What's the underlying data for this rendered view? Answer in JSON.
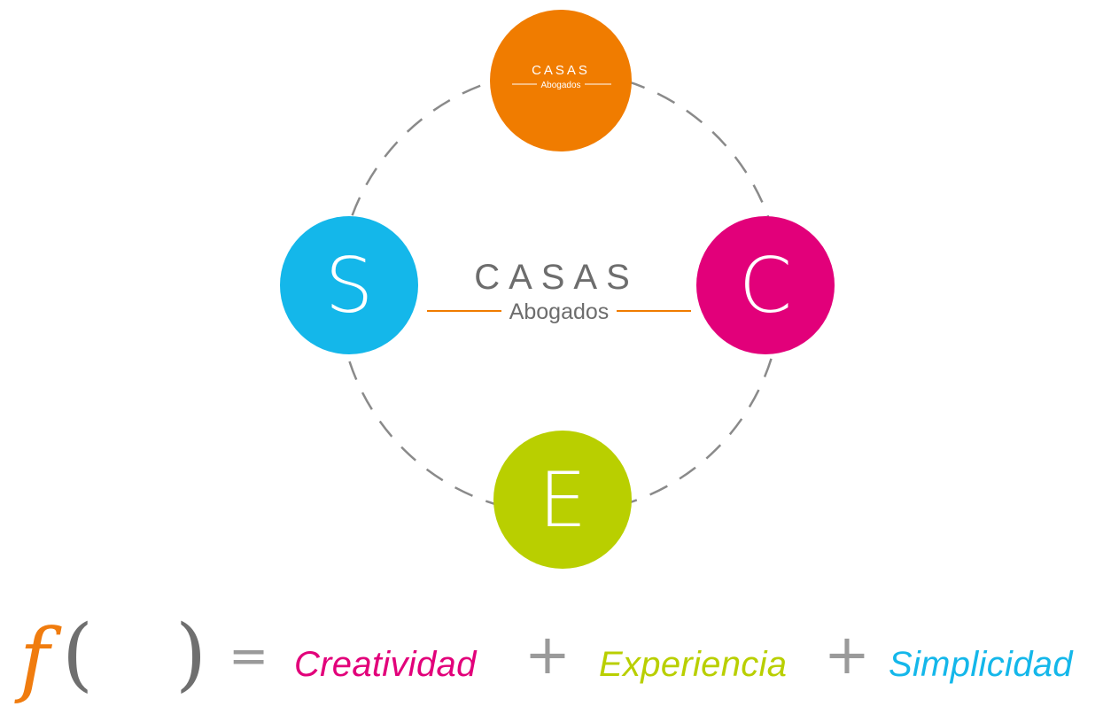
{
  "colors": {
    "orange": "#f07c00",
    "magenta": "#e2007a",
    "blue": "#14b7ea",
    "green": "#b9cf00",
    "gray_text": "#6d6d6d",
    "dash": "#8a8a8a"
  },
  "top_circle": {
    "logo_title": "CASAS",
    "logo_subtitle": "Abogados"
  },
  "left_circle": {
    "letter": "S"
  },
  "right_circle": {
    "letter": "C"
  },
  "bottom_circle": {
    "letter": "E"
  },
  "center_logo": {
    "title": "CASAS",
    "subtitle": "Abogados"
  },
  "formula": {
    "function_letter": "f",
    "open_paren": "(",
    "close_paren": ")",
    "equals": "=",
    "term1": "Creatividad",
    "plus1": "+",
    "term2": "Experiencia",
    "plus2": "+",
    "term3": "Simplicidad"
  }
}
